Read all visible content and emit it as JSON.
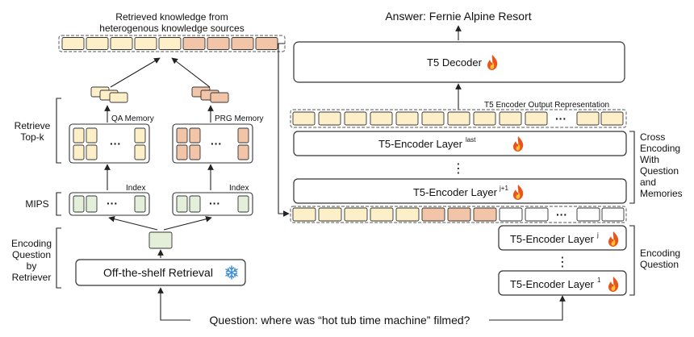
{
  "left": {
    "retrieved_title_line1": "Retrieved knowledge from",
    "retrieved_title_line2": "heterogenous knowledge sources",
    "retrieve_topk_line1": "Retrieve",
    "retrieve_topk_line2": "Top-k",
    "qa_memory": "QA Memory",
    "prg_memory": "PRG Memory",
    "mips": "MIPS",
    "index_qa": "Index",
    "index_prg": "Index",
    "encoding_question_line1": "Encoding",
    "encoding_question_line2": "Question",
    "encoding_question_line3": "by",
    "encoding_question_line4": "Retriever",
    "retriever_box": "Off-the-shelf Retrieval",
    "ellipsis": "···"
  },
  "right": {
    "answer": "Answer: Fernie Alpine Resort",
    "decoder": "T5 Decoder",
    "encoder_output_label": "T5 Encoder Output Representation",
    "layer_last": "T5-Encoder Layer",
    "layer_last_sup": "last",
    "layer_j1": "T5-Encoder Layer",
    "layer_j1_sup": "j+1",
    "layer_j": "T5-Encoder Layer",
    "layer_j_sup": "j",
    "layer_1": "T5-Encoder Layer",
    "layer_1_sup": "1",
    "cross_line1": "Cross",
    "cross_line2": "Encoding",
    "cross_line3": "With",
    "cross_line4": "Question",
    "cross_line5": "and",
    "cross_line6": "Memories",
    "enc_q_line1": "Encoding",
    "enc_q_line2": "Question",
    "vdots": "⋮",
    "ellipsis": "···"
  },
  "question": "Question: where was “hot tub time machine” filmed?",
  "colors": {
    "qa_fill": "#fdf0c8",
    "prg_fill": "#f2c4a8",
    "index_fill": "#e4efd9",
    "border": "#333333",
    "dash": "#777777"
  },
  "icons": {
    "fire": "fire-icon",
    "snowflake": "snowflake-icon"
  }
}
